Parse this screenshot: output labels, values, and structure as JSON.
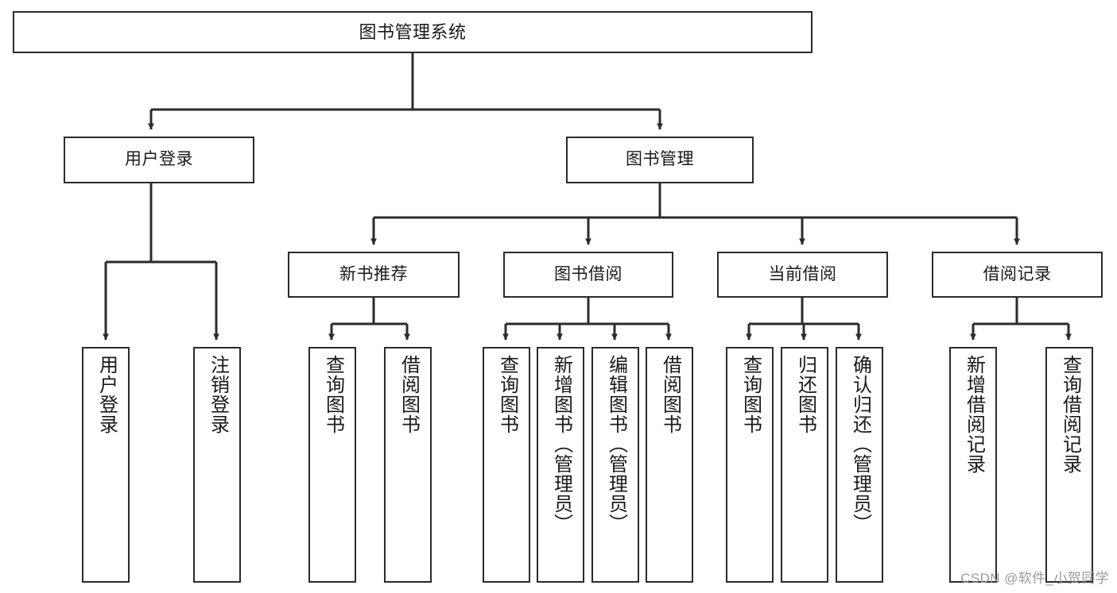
{
  "diagram": {
    "title": "图书管理系统",
    "watermark": "CSDN @软件_小贺同学",
    "line_color": "#2b2b2b",
    "box_fill": "#ffffff",
    "text_color": "#1a1a1a",
    "watermark_color": "#9a9a9a",
    "type": "tree-hierarchy-diagram",
    "levels": 4,
    "root": {
      "label": "图书管理系统",
      "children": [
        {
          "label": "用户登录",
          "children": [
            {
              "label": "用户登录"
            },
            {
              "label": "注销登录"
            }
          ]
        },
        {
          "label": "图书管理",
          "children": [
            {
              "label": "新书推荐",
              "children": [
                {
                  "label": "查询图书"
                },
                {
                  "label": "借阅图书"
                }
              ]
            },
            {
              "label": "图书借阅",
              "children": [
                {
                  "label": "查询图书"
                },
                {
                  "label": "新增图书（管理员）"
                },
                {
                  "label": "编辑图书（管理员）"
                },
                {
                  "label": "借阅图书"
                }
              ]
            },
            {
              "label": "当前借阅",
              "children": [
                {
                  "label": "查询图书"
                },
                {
                  "label": "归还图书"
                },
                {
                  "label": "确认归还（管理员）"
                }
              ]
            },
            {
              "label": "借阅记录",
              "children": [
                {
                  "label": "新增借阅记录"
                },
                {
                  "label": "查询借阅记录"
                }
              ]
            }
          ]
        }
      ]
    },
    "nodes": {
      "root": {
        "label": "图书管理系统"
      },
      "user_login": {
        "label": "用户登录"
      },
      "book_mgmt": {
        "label": "图书管理"
      },
      "new_book_rec": {
        "label": "新书推荐"
      },
      "book_borrow": {
        "label": "图书借阅"
      },
      "current_borrow": {
        "label": "当前借阅"
      },
      "borrow_record": {
        "label": "借阅记录"
      },
      "leaf_user_login": {
        "label": "用户登录"
      },
      "leaf_logout": {
        "label": "注销登录"
      },
      "leaf_query_book_1": {
        "label": "查询图书"
      },
      "leaf_borrow_book_1": {
        "label": "借阅图书"
      },
      "leaf_query_book_2": {
        "label": "查询图书"
      },
      "leaf_add_book": {
        "label": "新增图书（管理员）"
      },
      "leaf_edit_book": {
        "label": "编辑图书（管理员）"
      },
      "leaf_borrow_book_2": {
        "label": "借阅图书"
      },
      "leaf_query_book_3": {
        "label": "查询图书"
      },
      "leaf_return_book": {
        "label": "归还图书"
      },
      "leaf_confirm_return": {
        "label": "确认归还（管理员）"
      },
      "leaf_add_record": {
        "label": "新增借阅记录"
      },
      "leaf_query_record": {
        "label": "查询借阅记录"
      }
    }
  }
}
